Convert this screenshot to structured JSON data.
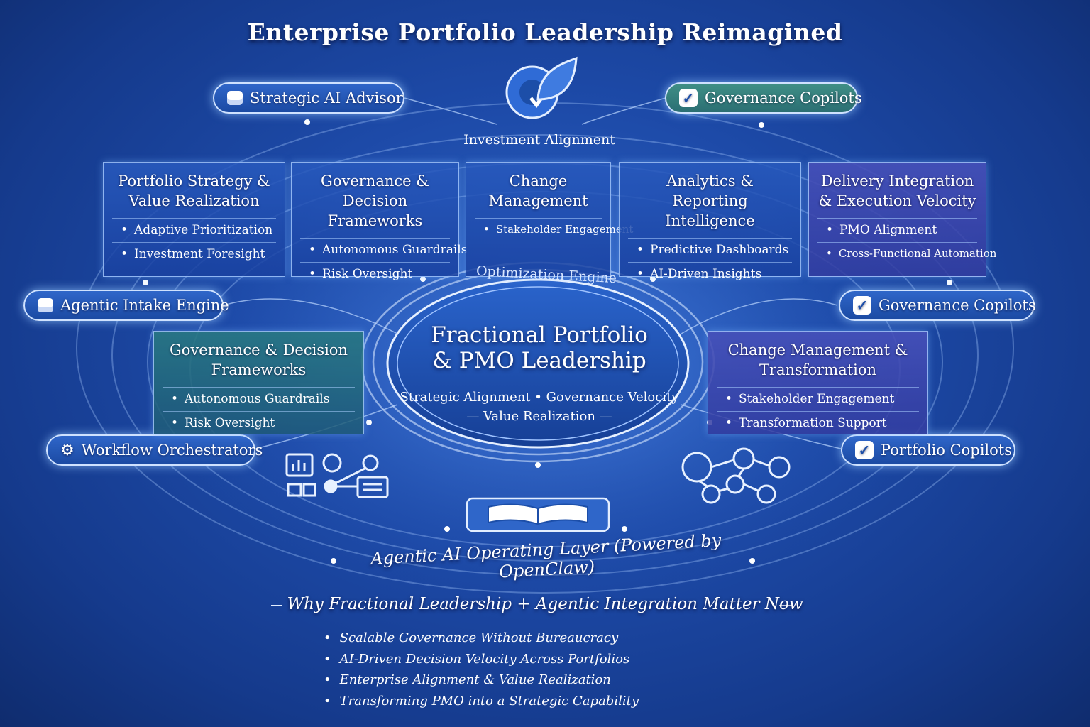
{
  "title": "Enterprise Portfolio Leadership Reimagined",
  "top_left_pill": {
    "label": "Strategic AI Advisor",
    "icon": "database-icon"
  },
  "top_right_pill": {
    "label": "Governance Copilots",
    "icon": "check-shield-icon"
  },
  "investment_label": "Investment Alignment",
  "top_panels": [
    {
      "title": "Portfolio Strategy & Value Realization",
      "bullets": [
        "Adaptive Prioritization",
        "Investment Foresight"
      ]
    },
    {
      "title": "Governance & Decision Frameworks",
      "bullets": [
        "Autonomous Guardrails",
        "Risk Oversight"
      ]
    },
    {
      "title": "Change Management",
      "bullets": [
        "Stakeholder Engagement"
      ]
    },
    {
      "title": "Analytics & Reporting Intelligence",
      "bullets": [
        "Predictive Dashboards",
        "AI-Driven Insights"
      ]
    },
    {
      "title": "Delivery Integration & Execution Velocity",
      "bullets": [
        "PMO Alignment",
        "Cross-Functional Automation"
      ]
    }
  ],
  "side_pills": {
    "agentic_intake": "Agentic Intake Engine",
    "governance_copilots_right": "Governance Copilots",
    "workflow_orchestrators": "Workflow Orchestrators",
    "portfolio_copilots": "Portfolio Copilots"
  },
  "mid_left_panel": {
    "title": "Governance & Decision Frameworks",
    "bullets": [
      "Autonomous Guardrails",
      "Risk Oversight"
    ]
  },
  "mid_right_panel": {
    "title": "Change Management & Transformation",
    "bullets": [
      "Stakeholder Engagement",
      "Transformation Support"
    ]
  },
  "center": {
    "engine_label": "Optimization Engine",
    "title_line1": "Fractional Portfolio",
    "title_line2": "& PMO Leadership",
    "sub_line1": "Strategic Alignment • Governance Velocity",
    "sub_line2": "— Value Realization —"
  },
  "layer_label": "Agentic AI Operating Layer (Powered by OpenClaw)",
  "why": {
    "heading": "Why Fractional Leadership + Agentic Integration Matter Now",
    "items": [
      "Scalable Governance Without Bureaucracy",
      "AI-Driven Decision Velocity Across Portfolios",
      "Enterprise Alignment & Value Realization",
      "Transforming PMO into a Strategic Capability"
    ]
  },
  "colors": {
    "background": "#1d4aa8",
    "glow": "#cfe2ff",
    "teal_panel": "#2b6f73",
    "violet_panel": "#3c44a8"
  }
}
